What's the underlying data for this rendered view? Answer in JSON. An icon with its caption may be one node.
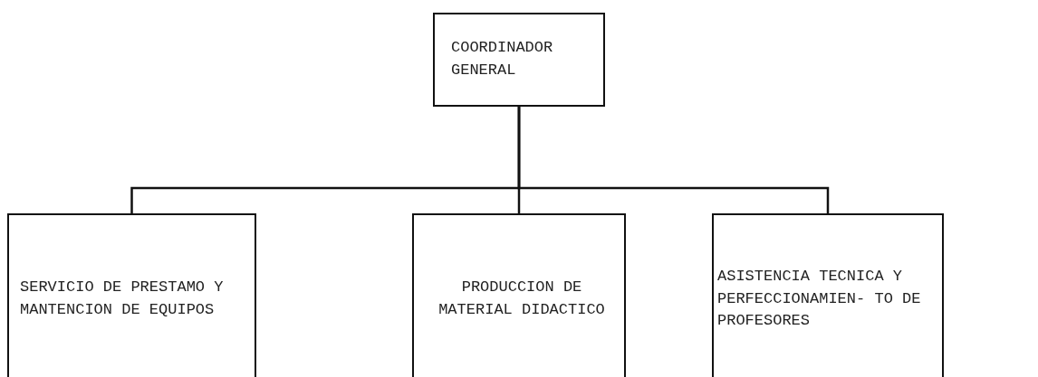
{
  "diagram": {
    "nodes": [
      {
        "text": [
          "COORDINADOR GENERAL"
        ]
      },
      {
        "text": [
          "SERVICIO DE PRESTAMO Y MANTENCION DE EQUIPOS"
        ]
      },
      {
        "text": [
          "PRODUCCION DE MATERIAL DIDACTICO"
        ]
      },
      {
        "text": [
          "ASISTENCIA TECNICA Y PERFECCIONAMIEN- TO DE PROFESORES"
        ]
      }
    ],
    "edges": [
      {
        "from": 0,
        "to": 1,
        "arrow": "none"
      },
      {
        "from": 0,
        "to": 2,
        "arrow": "none"
      },
      {
        "from": 0,
        "to": 3,
        "arrow": "none"
      }
    ]
  }
}
